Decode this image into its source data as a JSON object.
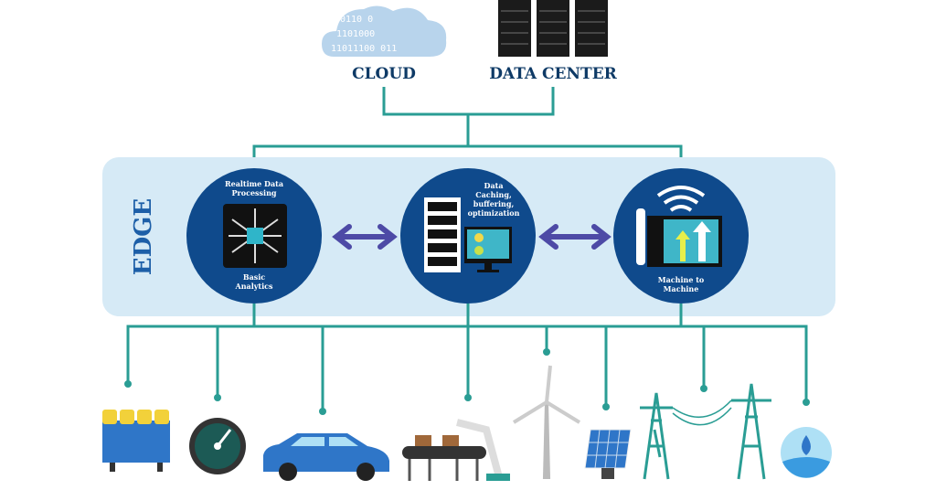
{
  "top": {
    "cloud_label": "CLOUD",
    "datacenter_label": "DATA CENTER",
    "cloud_binary": [
      "0110 0",
      "1101000",
      "11011100 011"
    ]
  },
  "edge": {
    "label": "EDGE",
    "nodes": [
      {
        "top_lines": [
          "Realtime Data",
          "Processing"
        ],
        "bottom_lines": [
          "Basic",
          "Analytics"
        ]
      },
      {
        "top_lines": [
          "Data",
          "Caching,",
          "buffering,",
          "optimization"
        ]
      },
      {
        "bottom_lines": [
          "Machine to",
          "Machine"
        ]
      }
    ]
  },
  "devices": [
    "battery-pack",
    "gauge",
    "car",
    "robotic-assembly-line",
    "wind-turbine",
    "solar-panel",
    "power-pylons",
    "water-sensor"
  ],
  "colors": {
    "teal": "#2a9d94",
    "navy": "#0f4a8c",
    "panel": "#d6eaf6",
    "arrow": "#4d4aa6"
  }
}
